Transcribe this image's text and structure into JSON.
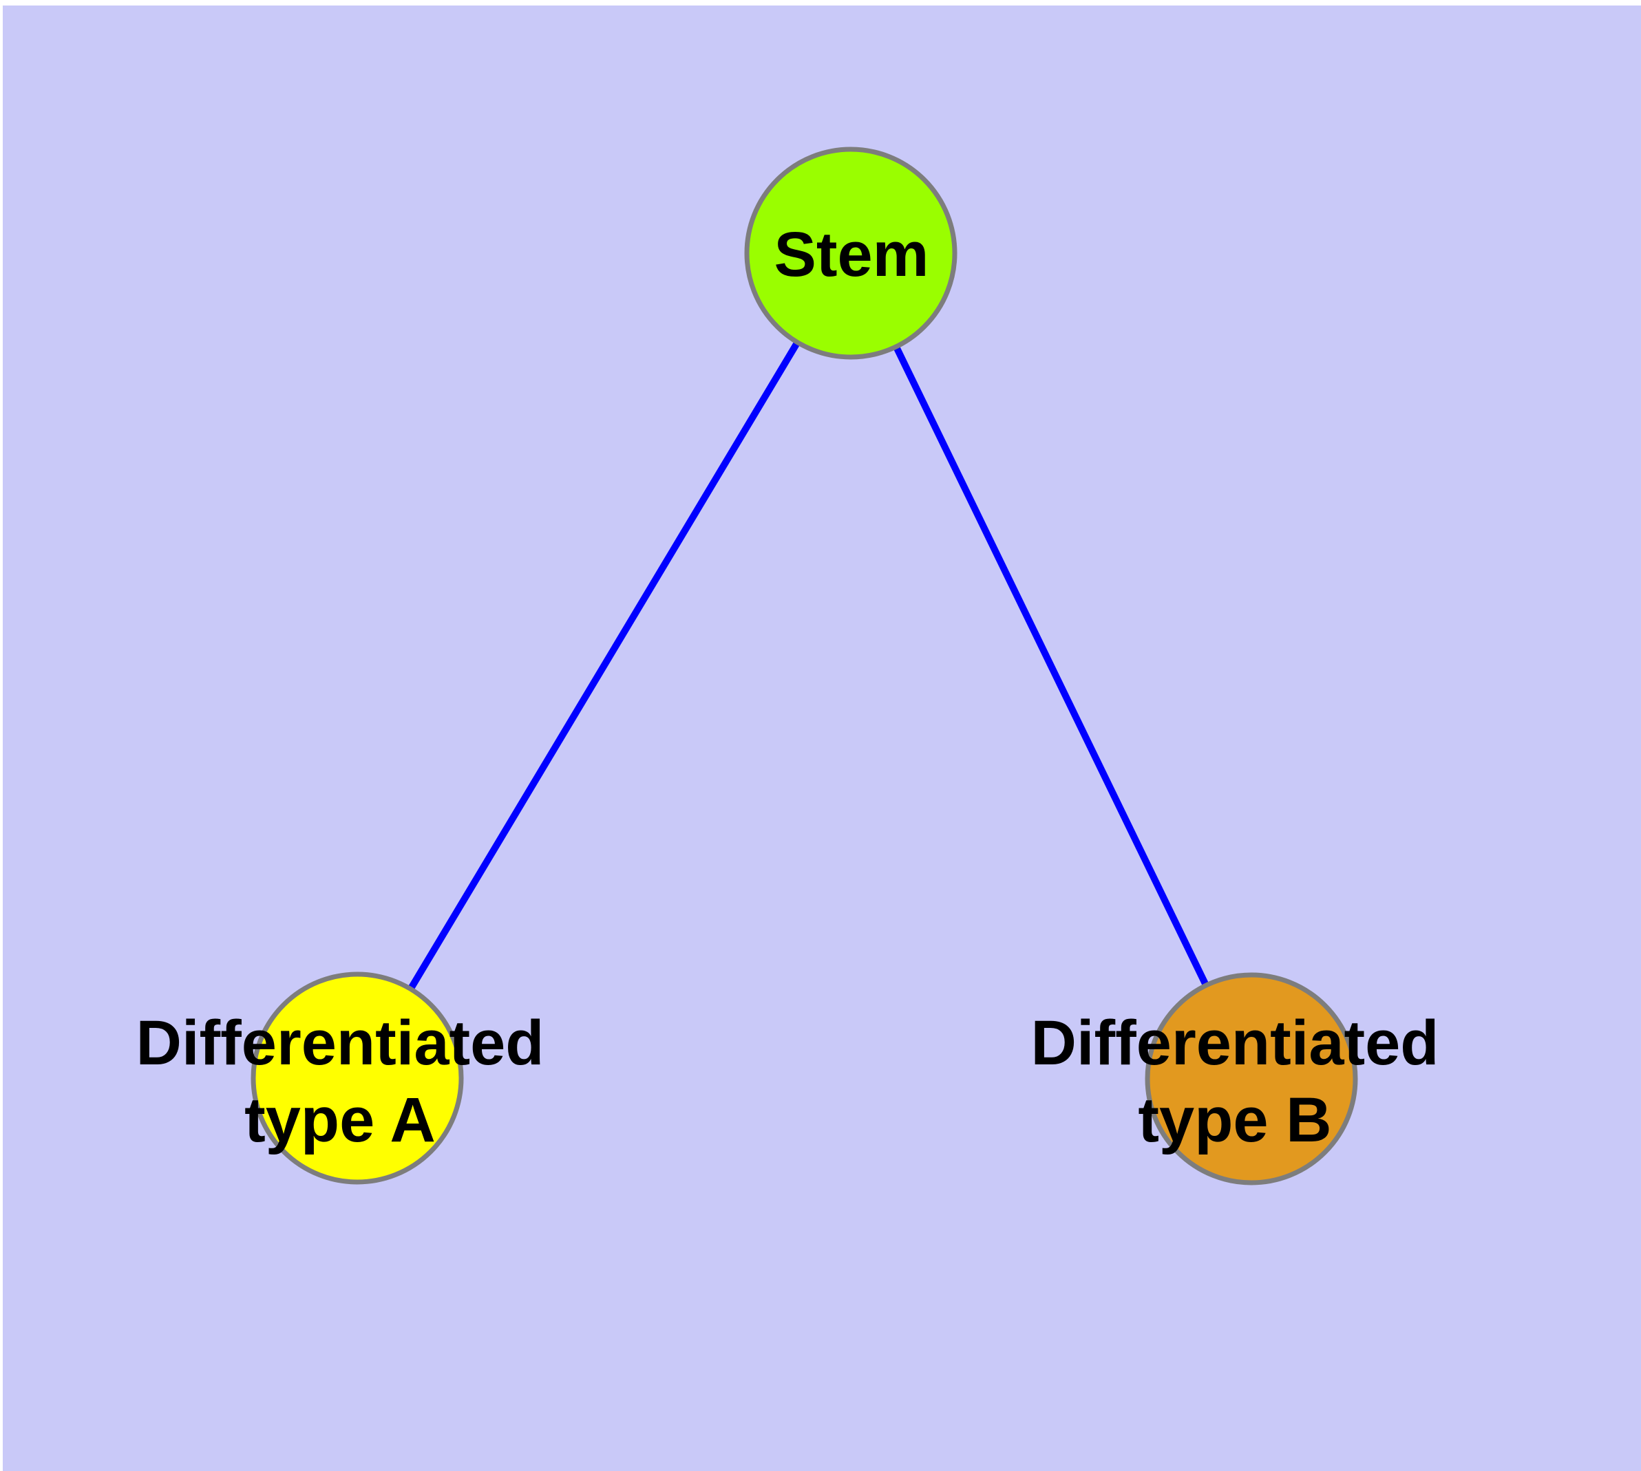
{
  "canvas": {
    "background_color": "#C9C9F8",
    "margin_color": "#FFFFFF"
  },
  "diagram": {
    "type": "graph",
    "description": "Tree diagram of a stem cell differentiating into two cell types",
    "edge_color": "#0000FF",
    "node_border_color": "#7D7D7D",
    "label_color": "#000000",
    "nodes": [
      {
        "id": "stem",
        "label": "Stem",
        "line1": "Stem",
        "line2": "",
        "fill": "#9AFE00"
      },
      {
        "id": "type-a",
        "label": "Differentiated type A",
        "line1": "Differentiated",
        "line2": "type A",
        "fill": "#FFFF00"
      },
      {
        "id": "type-b",
        "label": "Differentiated type B",
        "line1": "Differentiated",
        "line2": "type B",
        "fill": "#E2991F"
      }
    ],
    "edges": [
      {
        "from": "Stem",
        "to": "Differentiated type A"
      },
      {
        "from": "Stem",
        "to": "Differentiated type B"
      }
    ]
  }
}
